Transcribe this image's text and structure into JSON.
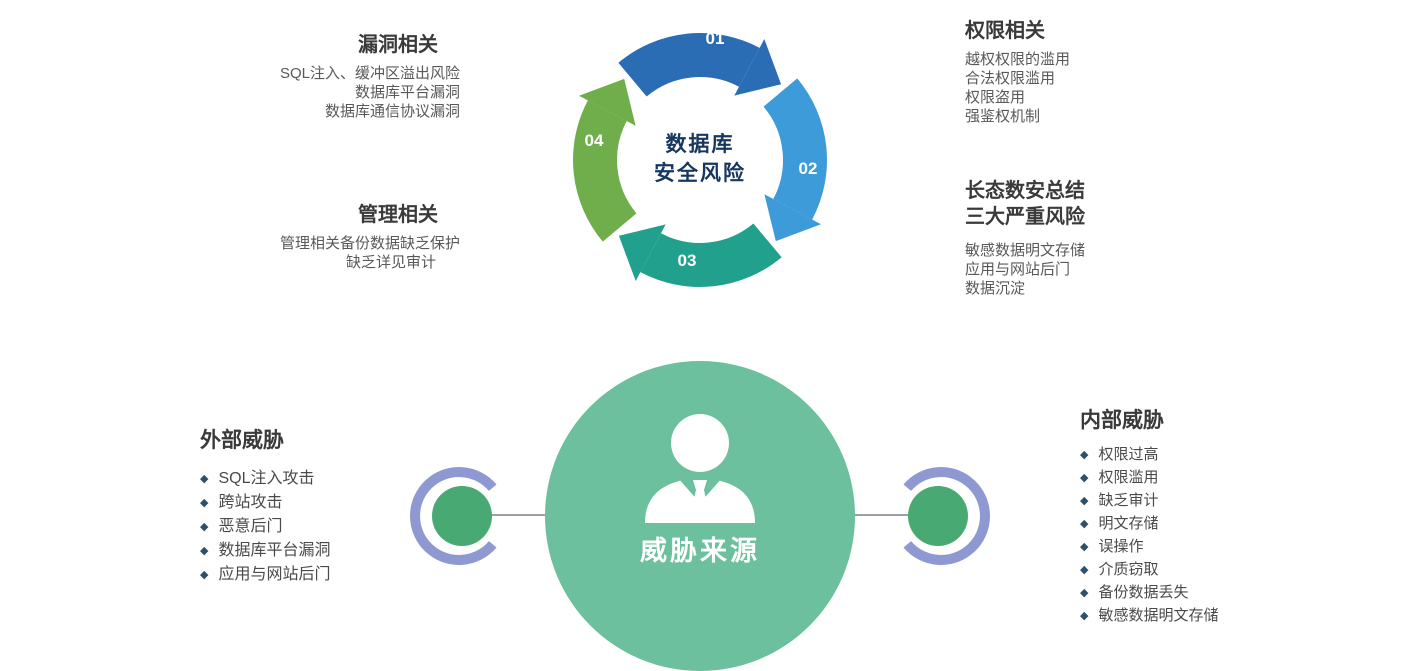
{
  "colors": {
    "step1": "#2a6db5",
    "step2": "#3d9bd9",
    "step3": "#21a08e",
    "step4": "#6fae4a",
    "center_text": "#17375e",
    "big_circle": "#6cc09d",
    "small_circle": "#49a973",
    "ring_arc": "#8e99d1",
    "bullet": "#2f506b"
  },
  "cycle": {
    "center_line1": "数据库",
    "center_line2": "安全风险",
    "steps": [
      {
        "num": "01",
        "color": "#2a6db5"
      },
      {
        "num": "02",
        "color": "#3d9bd9"
      },
      {
        "num": "03",
        "color": "#21a08e"
      },
      {
        "num": "04",
        "color": "#6fae4a"
      }
    ]
  },
  "callouts": {
    "vuln": {
      "title": "漏洞相关",
      "lines": [
        "SQL注入、缓冲区溢出风险",
        "数据库平台漏洞",
        "数据库通信协议漏洞"
      ]
    },
    "perm": {
      "title": "权限相关",
      "lines": [
        "越权权限的滥用",
        "合法权限滥用",
        "权限盗用",
        "强鉴权机制"
      ]
    },
    "mgmt": {
      "title": "管理相关",
      "lines": [
        "管理相关备份数据缺乏保护",
        "缺乏详见审计"
      ]
    },
    "summary": {
      "title_line1": "长态数安总结",
      "title_line2": "三大严重风险",
      "lines": [
        "敏感数据明文存储",
        "应用与网站后门",
        "数据沉淀"
      ]
    }
  },
  "threats": {
    "center_label": "威胁来源",
    "bullet": "◆",
    "external": {
      "title": "外部威胁",
      "items": [
        "SQL注入攻击",
        "跨站攻击",
        "恶意后门",
        "数据库平台漏洞",
        "应用与网站后门"
      ]
    },
    "internal": {
      "title": "内部威胁",
      "items": [
        "权限过高",
        "权限滥用",
        "缺乏审计",
        "明文存储",
        "误操作",
        "介质窃取",
        "备份数据丢失",
        "敏感数据明文存储"
      ]
    }
  }
}
